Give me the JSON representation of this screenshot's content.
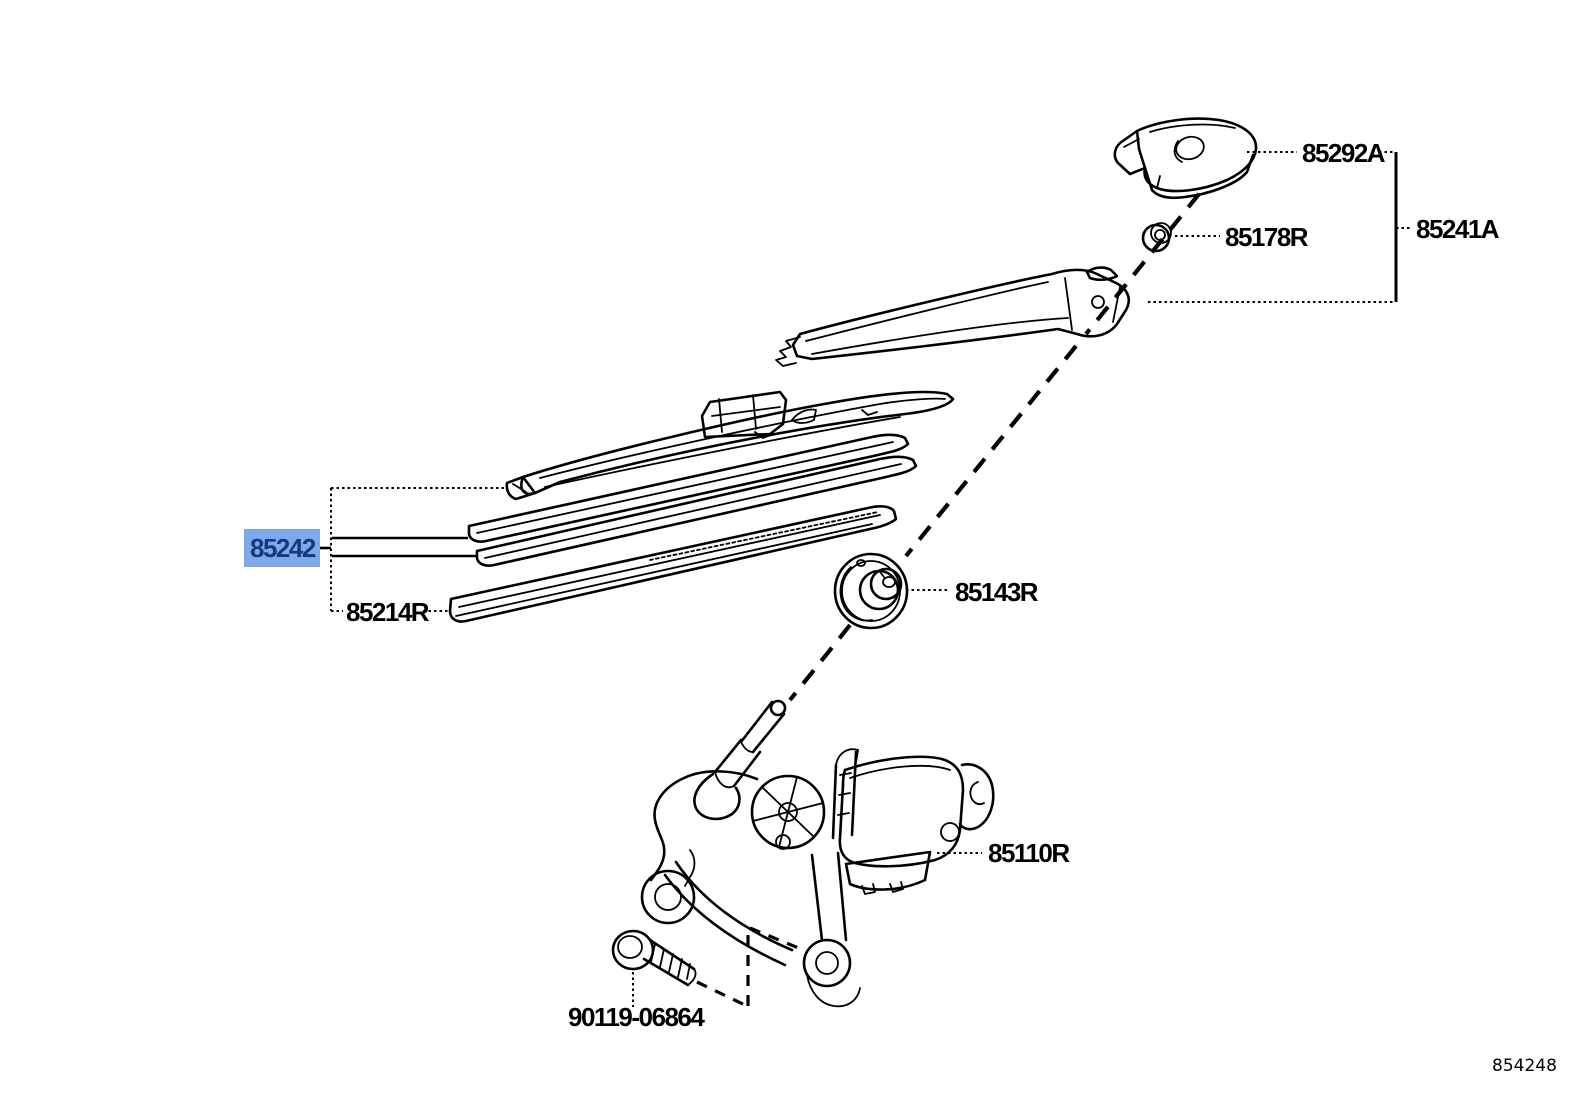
{
  "figure_number": "854248",
  "colors": {
    "background": "#FFFFFF",
    "line": "#000000",
    "highlight_bg": "#7FA8E8",
    "highlight_text": "#16387E"
  },
  "parts": {
    "arm_head_cover": {
      "number": "85292A",
      "highlighted": false
    },
    "wiper_arm_assembly": {
      "number": "85241A",
      "highlighted": false
    },
    "arm_nut": {
      "number": "85178R",
      "highlighted": false
    },
    "blade_rubber": {
      "number": "85242",
      "highlighted": true
    },
    "blade_backing_plate": {
      "number": "85214R",
      "highlighted": false
    },
    "pivot_grommet": {
      "number": "85143R",
      "highlighted": false
    },
    "wiper_motor": {
      "number": "85110R",
      "highlighted": false
    },
    "mounting_screw": {
      "number": "90119-06864",
      "highlighted": false
    }
  }
}
